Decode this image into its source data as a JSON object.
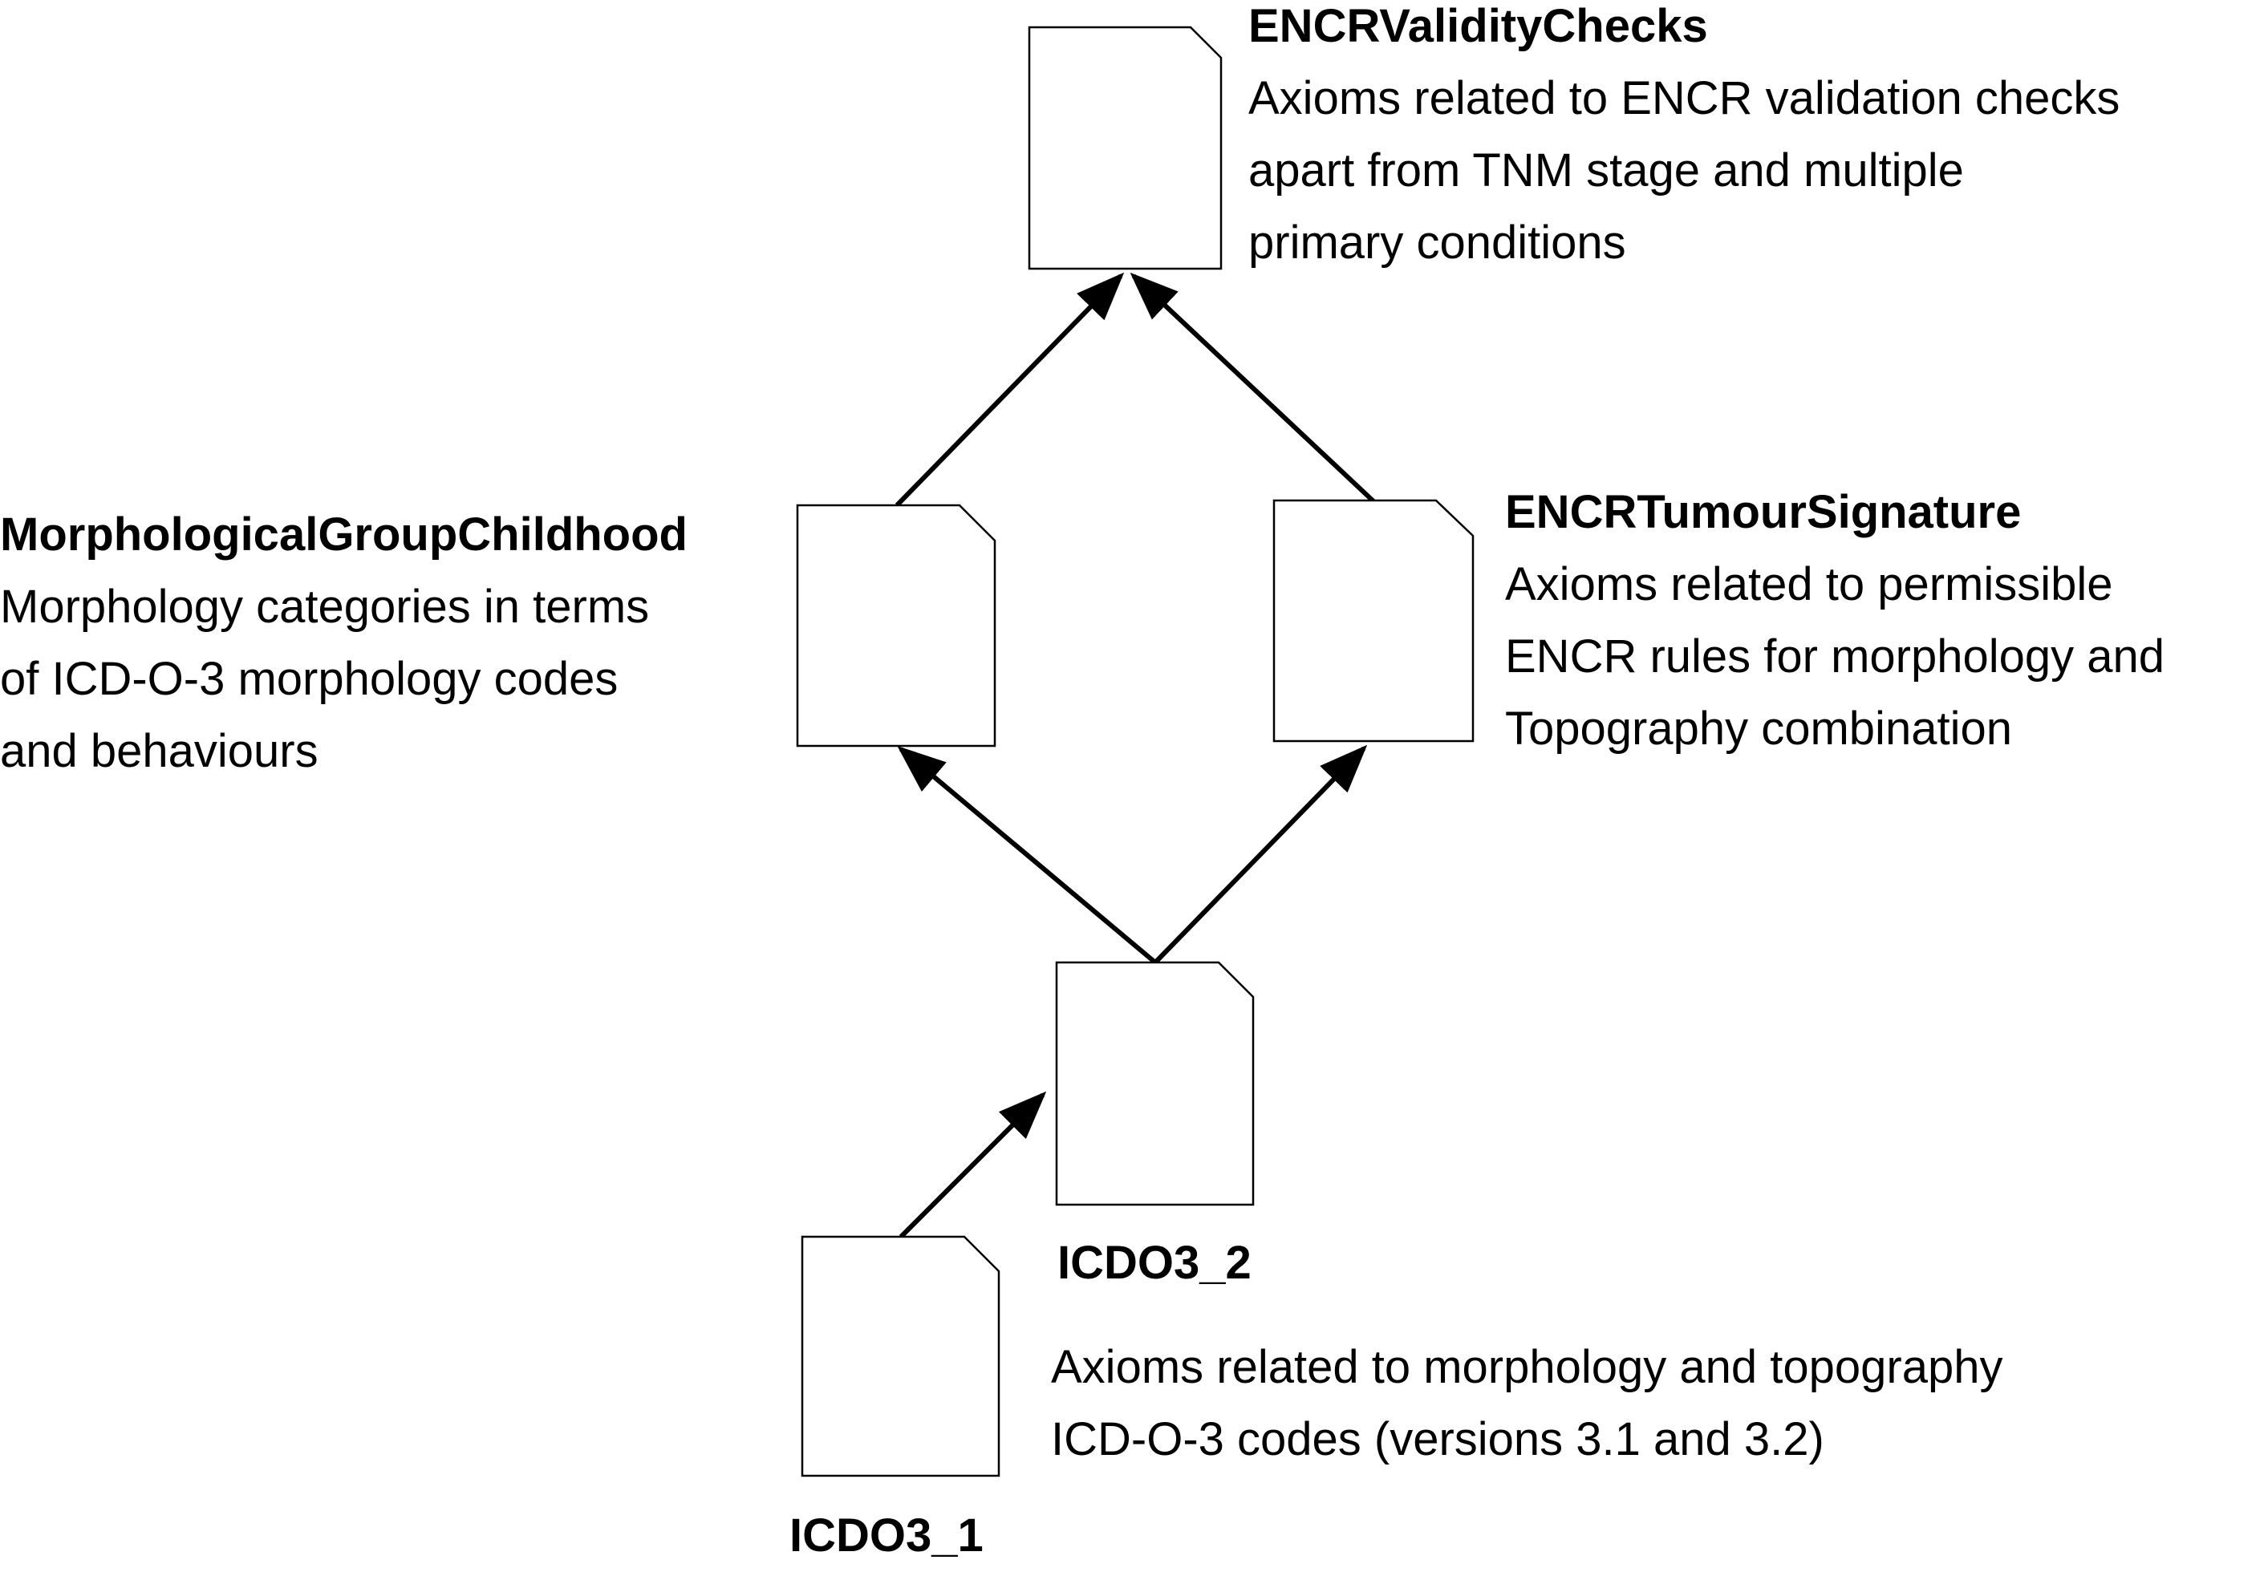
{
  "nodes": {
    "validity": {
      "title": "ENCRValidityChecks",
      "description": "Axioms related to ENCR validation checks\napart from TNM stage and multiple\nprimary conditions"
    },
    "morph_group": {
      "title": "MorphologicalGroupChildhood",
      "description": "Morphology categories in terms\nof ICD-O-3 morphology codes\nand behaviours"
    },
    "tumour_sig": {
      "title": "ENCRTumourSignature",
      "description": "Axioms related to permissible\nENCR rules for morphology and\nTopography combination"
    },
    "icdo3_2": {
      "title": "ICDO3_2"
    },
    "icdo3_1": {
      "title": "ICDO3_1"
    },
    "icdo3_shared": {
      "description": "Axioms related to morphology and topography\nICD-O-3 codes (versions 3.1 and 3.2)"
    }
  },
  "edges": [
    {
      "from": "icdo3_1",
      "to": "icdo3_2"
    },
    {
      "from": "icdo3_2",
      "to": "morph_group"
    },
    {
      "from": "icdo3_2",
      "to": "tumour_sig"
    },
    {
      "from": "morph_group",
      "to": "validity"
    },
    {
      "from": "tumour_sig",
      "to": "validity"
    }
  ],
  "colors": {
    "stroke": "#000000",
    "fill": "#ffffff",
    "text": "#000000"
  }
}
